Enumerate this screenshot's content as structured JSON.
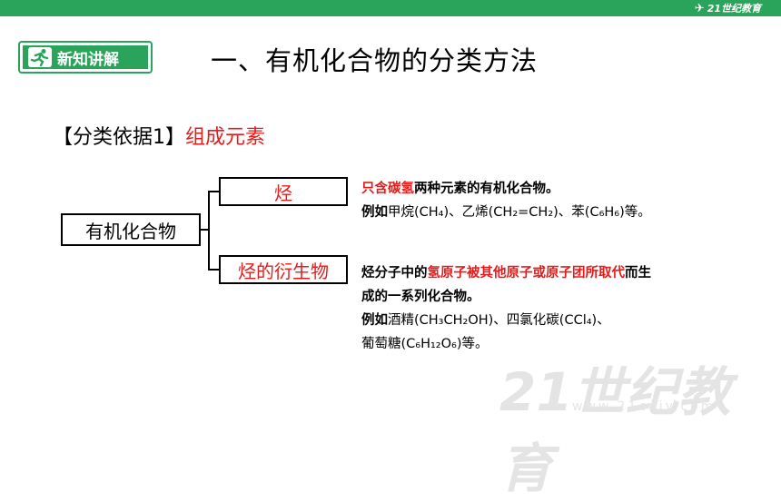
{
  "header": {
    "logo_text": "21世纪教育",
    "brand_color": "#2aa45a"
  },
  "section_badge": {
    "label": "新知讲解"
  },
  "page_title": "一、有机化合物的分类方法",
  "basis": {
    "prefix": "【分类依据1】",
    "value": "组成元素"
  },
  "diagram": {
    "root": "有机化合物",
    "hydrocarbon": "烃",
    "derivative": "烃的衍生物"
  },
  "hydrocarbon_desc": {
    "line1_red": "只含碳氢",
    "line1_rest": "两种元素的有机化合物。",
    "line2_prefix": "例如",
    "line2_text": "甲烷(CH₄)、乙烯(CH₂=CH₂)、苯(C₆H₆)等。"
  },
  "derivative_desc": {
    "line1_a": "烃分子中的",
    "line1_red": "氢原子被其他原子或原子团所取代",
    "line1_b": "而生",
    "line2": "成的一系列化合物。",
    "line3_prefix": "例如",
    "line3_text": "酒精(CH₃CH₂OH)、四氯化碳(CCl₄)、",
    "line4_text": "葡萄糖(C₆H₁₂O₆)等。"
  },
  "watermark": {
    "text": "21世纪教育",
    "url": "www.21cnjy.com"
  },
  "colors": {
    "accent_red": "#e31c1c",
    "brand_green": "#2aa45a"
  }
}
